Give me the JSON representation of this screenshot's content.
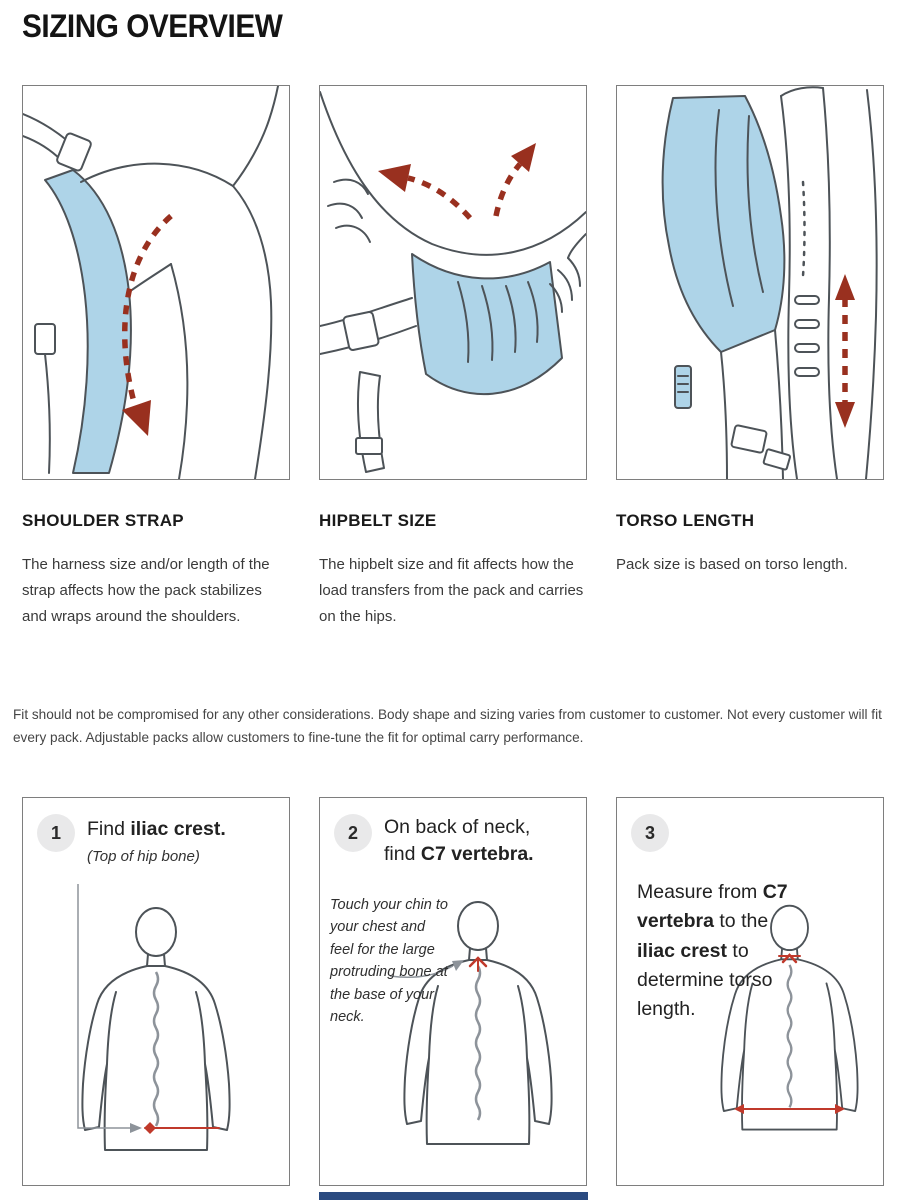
{
  "page": {
    "title": "SIZING OVERVIEW"
  },
  "colors": {
    "highlight_blue": "#aed4e8",
    "arrow_red": "#99301f",
    "outline_gray": "#4d5358",
    "measure_red": "#c0392b",
    "accent_bar": "#2a4a80"
  },
  "features": [
    {
      "heading": "SHOULDER STRAP",
      "description": "The harness size and/or length of the strap affects how the pack stabilizes and wraps around the shoulders.",
      "icon": "shoulder-strap-illustration"
    },
    {
      "heading": "HIPBELT SIZE",
      "description": "The hipbelt size and fit affects how the load transfers from the pack and carries on the hips.",
      "icon": "hipbelt-illustration"
    },
    {
      "heading": "TORSO LENGTH",
      "description": "Pack size is based on torso length.",
      "icon": "torso-length-illustration"
    }
  ],
  "disclaimer": "Fit should not be compromised for any other considerations. Body shape and sizing varies from customer to customer. Not every customer will fit every pack. Adjustable packs allow customers to fine-tune the fit for optimal carry performance.",
  "steps": [
    {
      "number": "1",
      "title_prefix": "Find ",
      "title_bold": "iliac crest.",
      "subtitle": "(Top of hip bone)"
    },
    {
      "number": "2",
      "title_prefix": "On back of neck, find ",
      "title_bold": "C7 vertebra.",
      "note": "Touch your chin to your chest and feel for the large protruding bone at the base of your neck."
    },
    {
      "number": "3",
      "text_1": "Measure from ",
      "text_bold_1": "C7 vertebra",
      "text_2": " to the ",
      "text_bold_2": "iliac crest",
      "text_3": " to determine torso length."
    }
  ]
}
